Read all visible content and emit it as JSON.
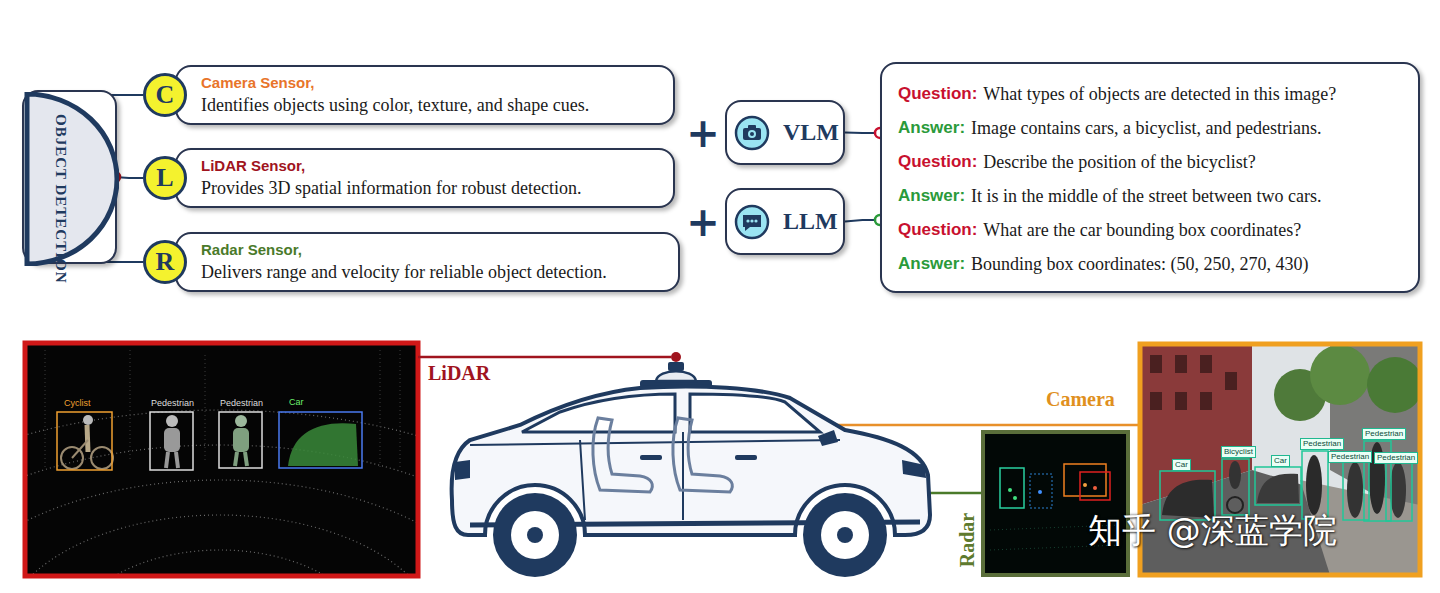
{
  "diagram": {
    "nodes": [
      {
        "text": [
          "OBJECT DETECTION"
        ]
      },
      {
        "text": [
          "C"
        ]
      },
      {
        "text": [
          "Camera Sensor,",
          "Identifies objects using color, texture, and shape cues."
        ]
      },
      {
        "text": [
          "L"
        ]
      },
      {
        "text": [
          "LiDAR Sensor,",
          "Provides 3D spatial information for robust detection."
        ]
      },
      {
        "text": [
          "R"
        ]
      },
      {
        "text": [
          "Radar Sensor,",
          "Delivers range and velocity for reliable object detection."
        ]
      },
      {
        "text": [
          "VLM"
        ]
      },
      {
        "text": [
          "LLM"
        ]
      },
      {
        "text": [
          "Question:",
          "What types of objects are detected in this image?",
          "Answer:",
          "Image contains cars, a bicyclist, and pedestrians.",
          "Question:",
          "Describe the position of the bicyclist?",
          "Answer:",
          "It is in the middle of the street between two cars.",
          "Question:",
          "What are the car bounding box coordinates?",
          "Answer:",
          "Bounding box coordinates: (50, 250, 270, 430)"
        ]
      }
    ],
    "edges": [
      {
        "from": 0,
        "to": 1,
        "arrow": "none"
      },
      {
        "from": 0,
        "to": 3,
        "arrow": "none"
      },
      {
        "from": 0,
        "to": 5,
        "arrow": "none"
      },
      {
        "from": 7,
        "to": 9,
        "arrow": "none"
      },
      {
        "from": 8,
        "to": 9,
        "arrow": "none"
      }
    ],
    "labels": [
      "+",
      "+",
      "Cyclist",
      "Pedestrian",
      "Pedestrian",
      "Car",
      "LiDAR",
      "Camera",
      "Radar",
      "Car",
      "Bicyclist",
      "Car",
      "Pedestrian",
      "Pedestrian",
      "Pedestrian",
      "Pedestrian",
      "知乎 @深蓝学院"
    ]
  }
}
